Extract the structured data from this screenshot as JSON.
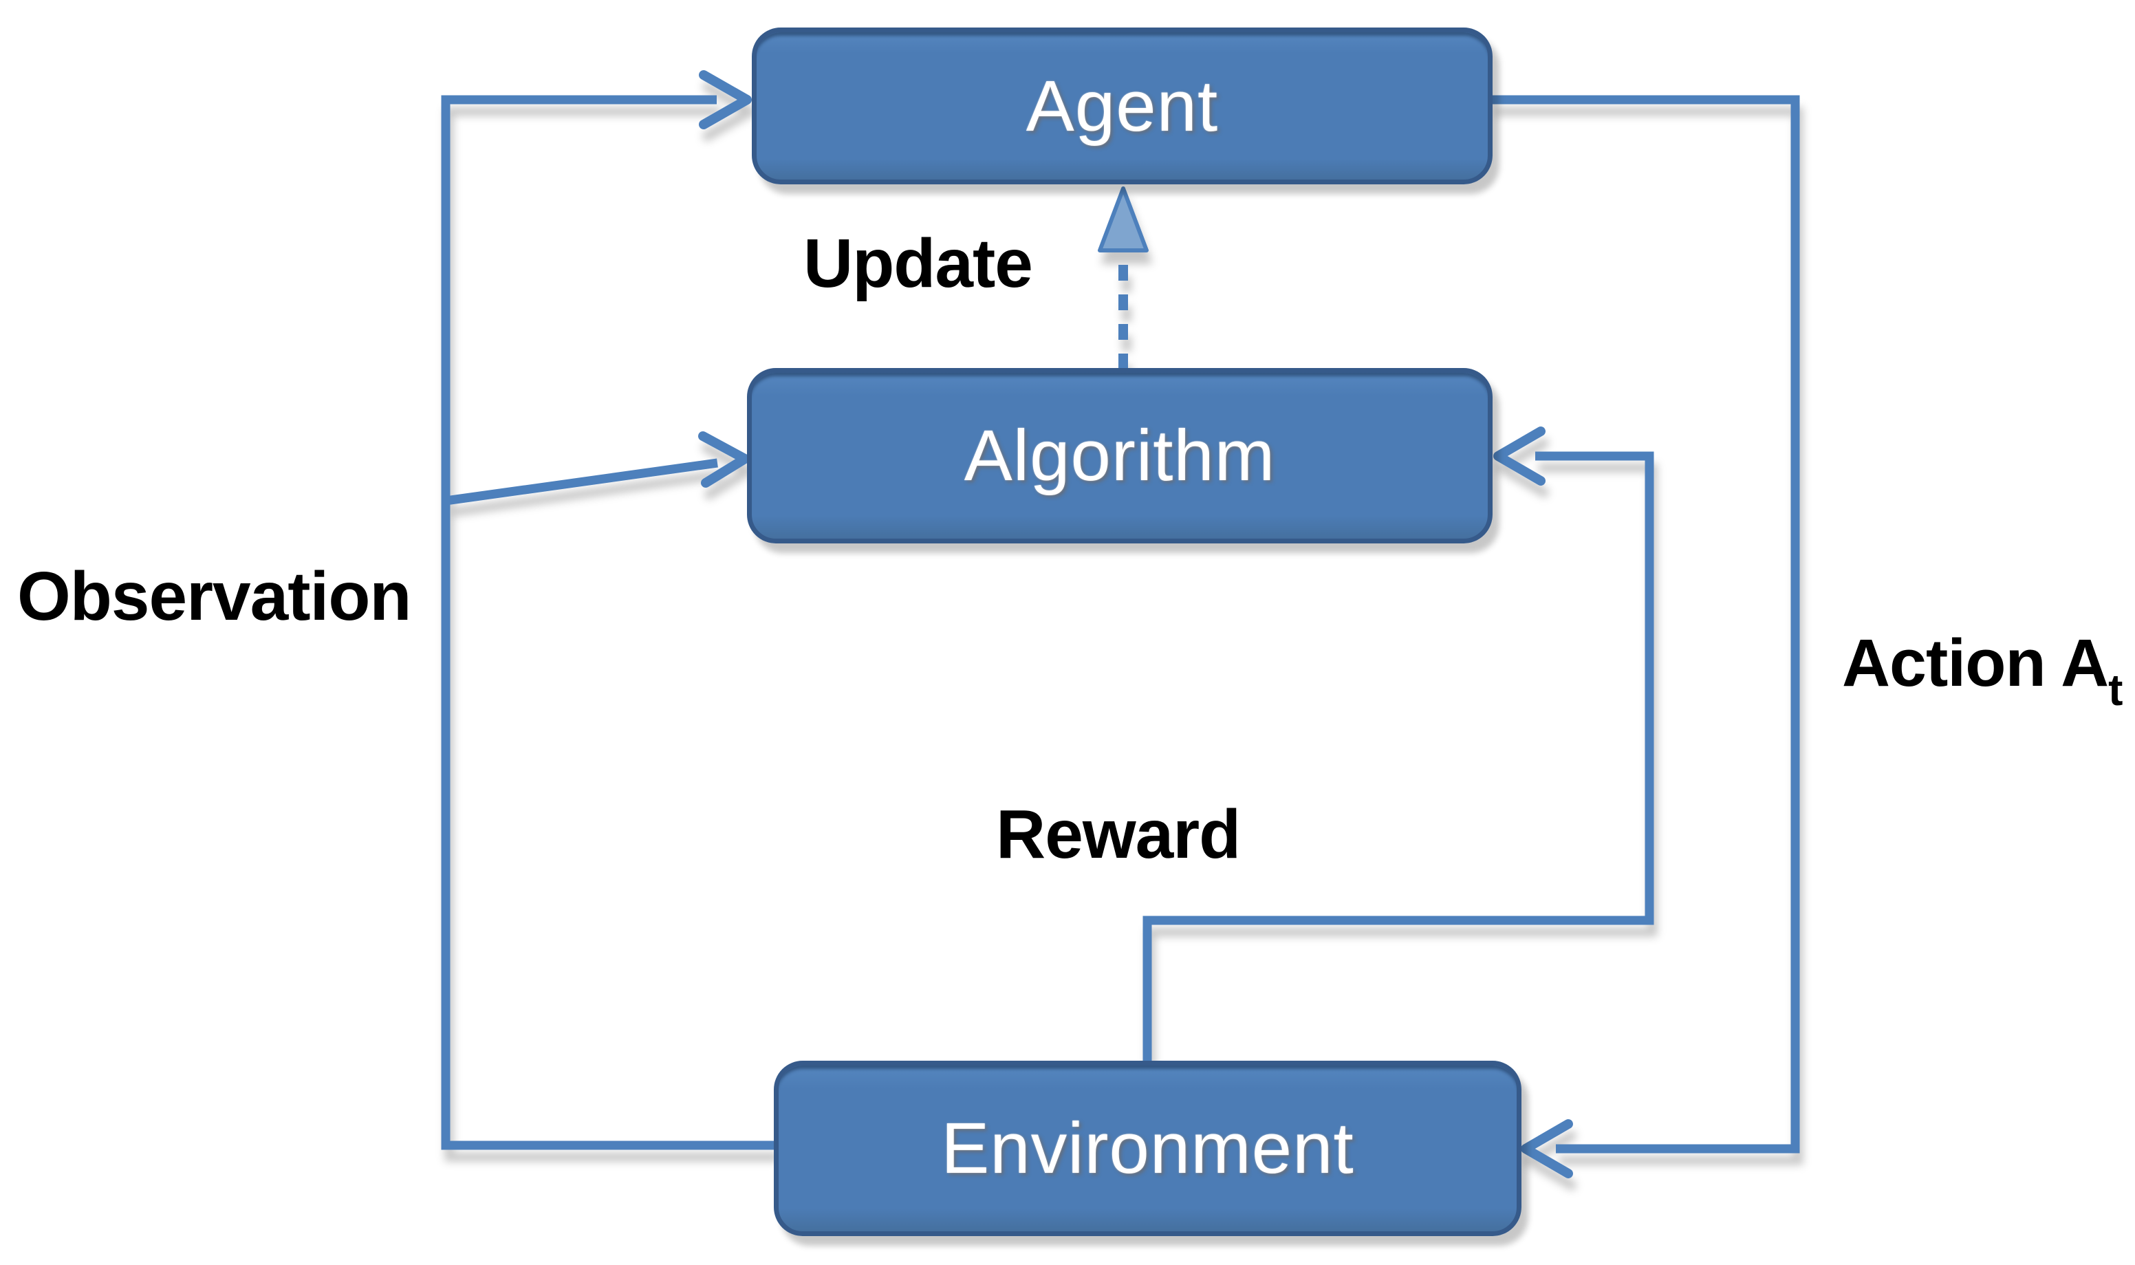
{
  "palette": {
    "background": "#ffffff",
    "node_fill": "#4C7CB5",
    "node_fill_light": "#5586BF",
    "node_border": "#365A8A",
    "connector": "#4E80BC",
    "update_arrowhead_fill": "#7FA5CF",
    "label_color": "#000000",
    "node_text_color": "#ffffff"
  },
  "nodes": [
    {
      "id": "agent",
      "label": "Agent"
    },
    {
      "id": "algorithm",
      "label": "Algorithm"
    },
    {
      "id": "environment",
      "label": "Environment"
    }
  ],
  "edge_labels": [
    {
      "id": "update",
      "label": "Update"
    },
    {
      "id": "observation",
      "label": "Observation"
    },
    {
      "id": "reward",
      "label": "Reward"
    },
    {
      "id": "action",
      "label": "Action A",
      "subscript": "t"
    }
  ]
}
